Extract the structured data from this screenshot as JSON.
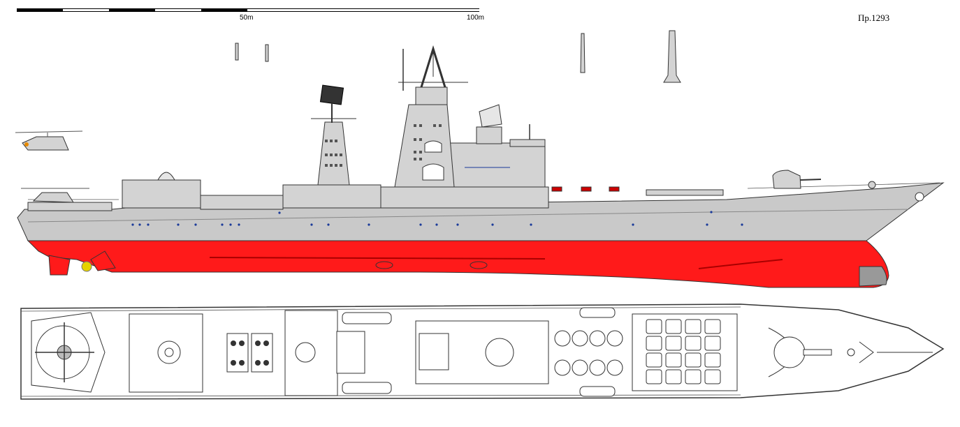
{
  "scale": {
    "label_mid": "50m",
    "label_end": "100m"
  },
  "project": {
    "label": "Пр.1293"
  },
  "colors": {
    "hull_upper": "#c9c9c9",
    "hull_lower": "#ff1a1a",
    "line": "#333333",
    "superstructure": "#d3d3d3",
    "dark": "#333333",
    "accent_blue": "#1a3a9a",
    "propeller": "#e6d200",
    "deck_line": "#4a4a4a"
  }
}
